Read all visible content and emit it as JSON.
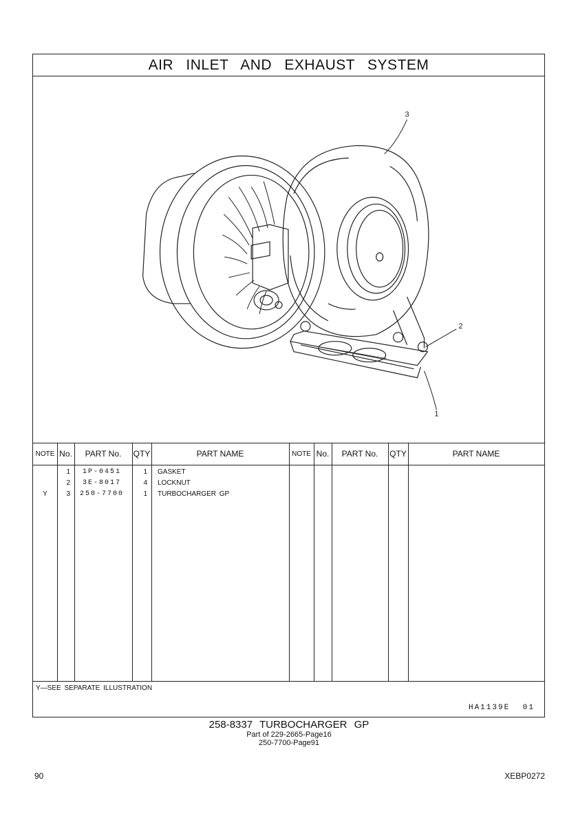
{
  "title": "AIR INLET AND EXHAUST SYSTEM",
  "callouts": [
    "3",
    "2",
    "1"
  ],
  "table": {
    "headers": [
      "NOTE",
      "No.",
      "PART No.",
      "QTY",
      "PART NAME",
      "NOTE",
      "No.",
      "PART No.",
      "QTY",
      "PART NAME"
    ],
    "rows": [
      {
        "note": "",
        "no": "1",
        "part": "1P-0451",
        "qty": "1",
        "name": "GASKET"
      },
      {
        "note": "",
        "no": "2",
        "part": "3E-8017",
        "qty": "4",
        "name": "LOCKNUT"
      },
      {
        "note": "Y",
        "no": "3",
        "part": "250-7700",
        "qty": "1",
        "name": "TURBOCHARGER GP"
      }
    ]
  },
  "footnote": "Y—SEE SEPARATE ILLUSTRATION",
  "illustration_code": "HA1139E 01",
  "caption": {
    "title": "258-8337 TURBOCHARGER GP",
    "line1": "Part of 229-2665-Page16",
    "line2": "250-7700-Page91"
  },
  "page_number": "90",
  "doc_code": "XEBP0272"
}
